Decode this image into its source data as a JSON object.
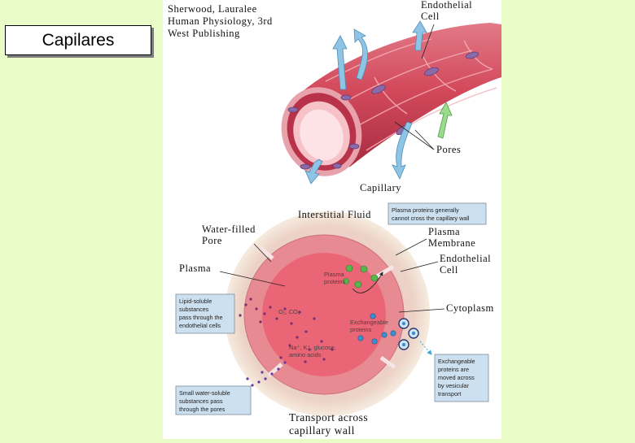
{
  "slide": {
    "title": "Capilares"
  },
  "figure": {
    "citation": [
      "Sherwood, Lauralee",
      "Human Physiology, 3rd",
      "West Publishing"
    ],
    "capillary": {
      "endothelial_cell": [
        "Endothelial",
        "Cell"
      ],
      "pores": "Pores",
      "caption": "Capillary"
    },
    "transport": {
      "interstitial_fluid": "Interstitial Fluid",
      "plasma_proteins_note": [
        "Plasma proteins generally",
        "cannot cross the capillary wall"
      ],
      "water_filled_pore": [
        "Water-filled",
        "Pore"
      ],
      "plasma_membrane": [
        "Plasma",
        "Membrane"
      ],
      "endothelial_cell": [
        "Endothelial",
        "Cell"
      ],
      "plasma": "Plasma",
      "plasma_proteins": [
        "Plasma",
        "proteins"
      ],
      "cytoplasm": "Cytoplasm",
      "o2_co2": "O₂, CO₂",
      "exchangeable_proteins": [
        "Exchangeable",
        "proteins"
      ],
      "ions": [
        "Na⁺, K⁺, glucose,",
        "amino acids"
      ],
      "lipid_note": [
        "Lipid-soluble",
        "substances",
        "pass through the",
        "endothelial cells"
      ],
      "small_note": [
        "Small water-soluble",
        "substances pass",
        "through the pores"
      ],
      "exchangeable_note": [
        "Exchangeable",
        "proteins are",
        "moved across",
        "by vesicular",
        "transport"
      ],
      "caption": [
        "Transport across",
        "capillary wall"
      ]
    }
  }
}
